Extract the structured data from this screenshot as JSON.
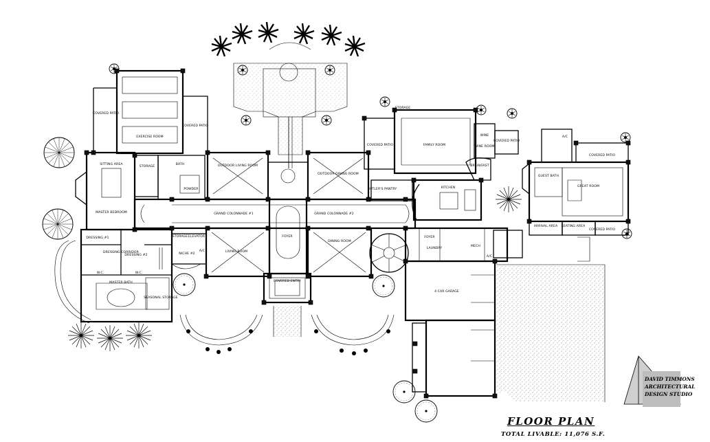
{
  "title": "FLOOR PLAN",
  "total": "TOTAL LIVABLE: 11,076 S.F.",
  "studio": [
    "DAVID TIMMONS",
    "ARCHITECTURAL",
    "DESIGN STUDIO"
  ],
  "rooms": {
    "exercise_room": "EXERCISE ROOM",
    "covered_patio_nw": "COVERED PATIO",
    "covered_patio_n": "COVERED PATIO",
    "sitting_area": "SITTING AREA",
    "master_bedroom": "MASTER BEDROOM",
    "storage_nw": "STORAGE",
    "bath": "BATH",
    "powder": "POWDER",
    "outdoor_living_room": "OUTDOOR LIVING ROOM",
    "outdoor_dining_room": "OUTDOOR DINING ROOM",
    "covered_patio_c": "COVERED PATIO",
    "storage_ne": "STORAGE",
    "family_room": "FAMILY ROOM",
    "wine": "WINE",
    "wine_room": "WINE ROOM",
    "covered_patio_e": "COVERED PATIO",
    "breakfast": "BREAKFAST",
    "butlers_pantry": "BUTLER'S PANTRY",
    "kitchen": "KITCHEN",
    "grand_colonnade_1": "GRAND COLONNADE #1",
    "grand_colonnade_2": "GRAND COLONNADE #2",
    "foyer": "FOYER",
    "living_room": "LIVING ROOM",
    "dining_room": "DINING ROOM",
    "covered_entry": "COVERED ENTRY",
    "storage_c": "STORAGE",
    "elevator": "ELEVATOR",
    "niche": "NICHE #2",
    "dressing_1": "DRESSING #1",
    "dressing_2": "DRESSING #2",
    "dressing_corridor": "DRESSING CORRIDOR",
    "master_bath": "MASTER BATH",
    "seasonal_storage": "SEASONAL STORAGE",
    "wc_1": "W.C.",
    "wc_2": "W.C.",
    "foyer_2": "FOYER",
    "laundry": "LAUNDRY",
    "mech": "MECH",
    "garage": "4 CAR GARAGE",
    "guest_bath": "GUEST BATH",
    "great_room": "GREAT ROOM",
    "covered_patio_gh": "COVERED PATIO",
    "covered_patio_gh2": "COVERED PATIO",
    "arrival_area": "ARRIVAL AREA",
    "seating_area": "SEATING AREA",
    "ac_1": "A/C",
    "ac_2": "A/C",
    "ac_3": "A/C"
  }
}
